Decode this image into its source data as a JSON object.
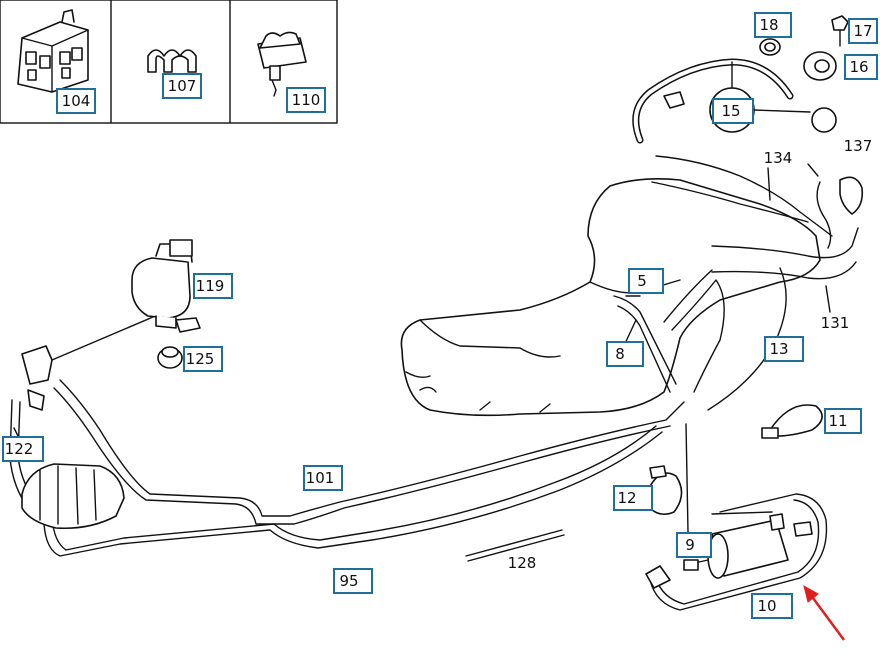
{
  "callouts": {
    "c104": "104",
    "c107": "107",
    "c110": "110",
    "c18": "18",
    "c17": "17",
    "c16": "16",
    "c15": "15",
    "c119": "119",
    "c125": "125",
    "c5": "5",
    "c8": "8",
    "c13": "13",
    "c11": "11",
    "c122": "122",
    "c101": "101",
    "c12": "12",
    "c9": "9",
    "c10": "10",
    "c95": "95"
  },
  "plain": {
    "p134": "134",
    "p137": "137",
    "p131": "131",
    "p128": "128"
  },
  "colors": {
    "callout_border": "#1f6f9b",
    "arrow": "#e02020",
    "ink": "#111111"
  }
}
